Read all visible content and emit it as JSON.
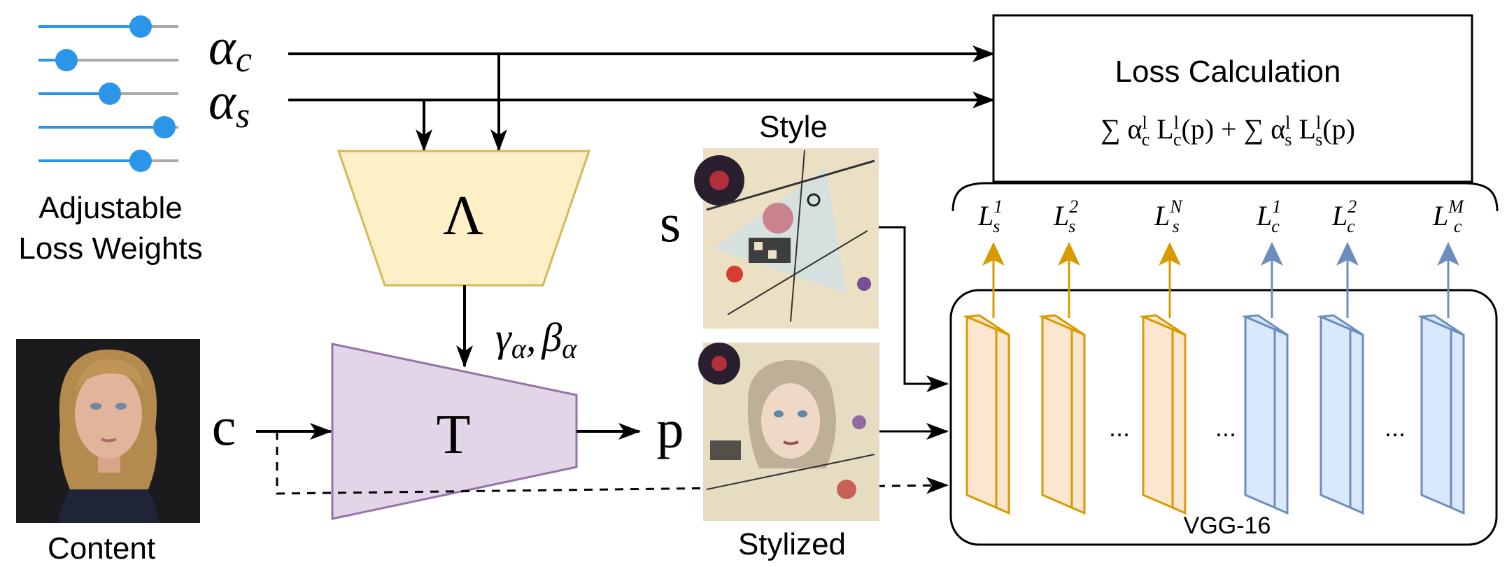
{
  "sliders": {
    "label_line1": "Adjustable",
    "label_line2": "Loss Weights",
    "levels": [
      0.73,
      0.2,
      0.51,
      0.9,
      0.73
    ]
  },
  "inputs": {
    "alpha": "α",
    "alpha_c_sub": "c",
    "alpha_s_sub": "s",
    "lambda_block": "Λ",
    "gamma_beta_gamma": "γ",
    "gamma_beta_beta": "β",
    "gamma_beta_sub": "α",
    "gamma_beta_comma": ",",
    "transform_block": "T",
    "content_symbol": "c",
    "style_symbol": "s",
    "output_symbol": "p"
  },
  "images": {
    "content_caption": "Content",
    "style_caption": "Style",
    "stylized_caption": "Stylized"
  },
  "loss": {
    "title": "Loss Calculation",
    "formula_part1": "∑ α",
    "formula_part2": " L",
    "formula_part3": "(p) + ∑ α",
    "formula_part4": " L",
    "formula_part5": "(p)",
    "sup_l": "l",
    "sub_c": "c",
    "sub_s": "s"
  },
  "vgg": {
    "label": "VGG-16",
    "ellipsis": "...",
    "outputs": [
      {
        "sub": "s",
        "sup": "1"
      },
      {
        "sub": "s",
        "sup": "2"
      },
      {
        "sub": "s",
        "sup": "N"
      },
      {
        "sub": "c",
        "sup": "1"
      },
      {
        "sub": "c",
        "sup": "2"
      },
      {
        "sub": "c",
        "sup": "M"
      }
    ],
    "loss_letter": "L"
  },
  "colors": {
    "slider_active": "#2b96e9",
    "slider_track": "#a9a9a9",
    "lambda_fill": "#fdf0c7",
    "lambda_stroke": "#d6b656",
    "t_fill": "#e1d5e7",
    "t_stroke": "#9673a6",
    "orange_fill": "#fde6d0",
    "orange_stroke": "#d79b00",
    "blue_fill": "#dae8fc",
    "blue_stroke": "#6c8ebf"
  }
}
